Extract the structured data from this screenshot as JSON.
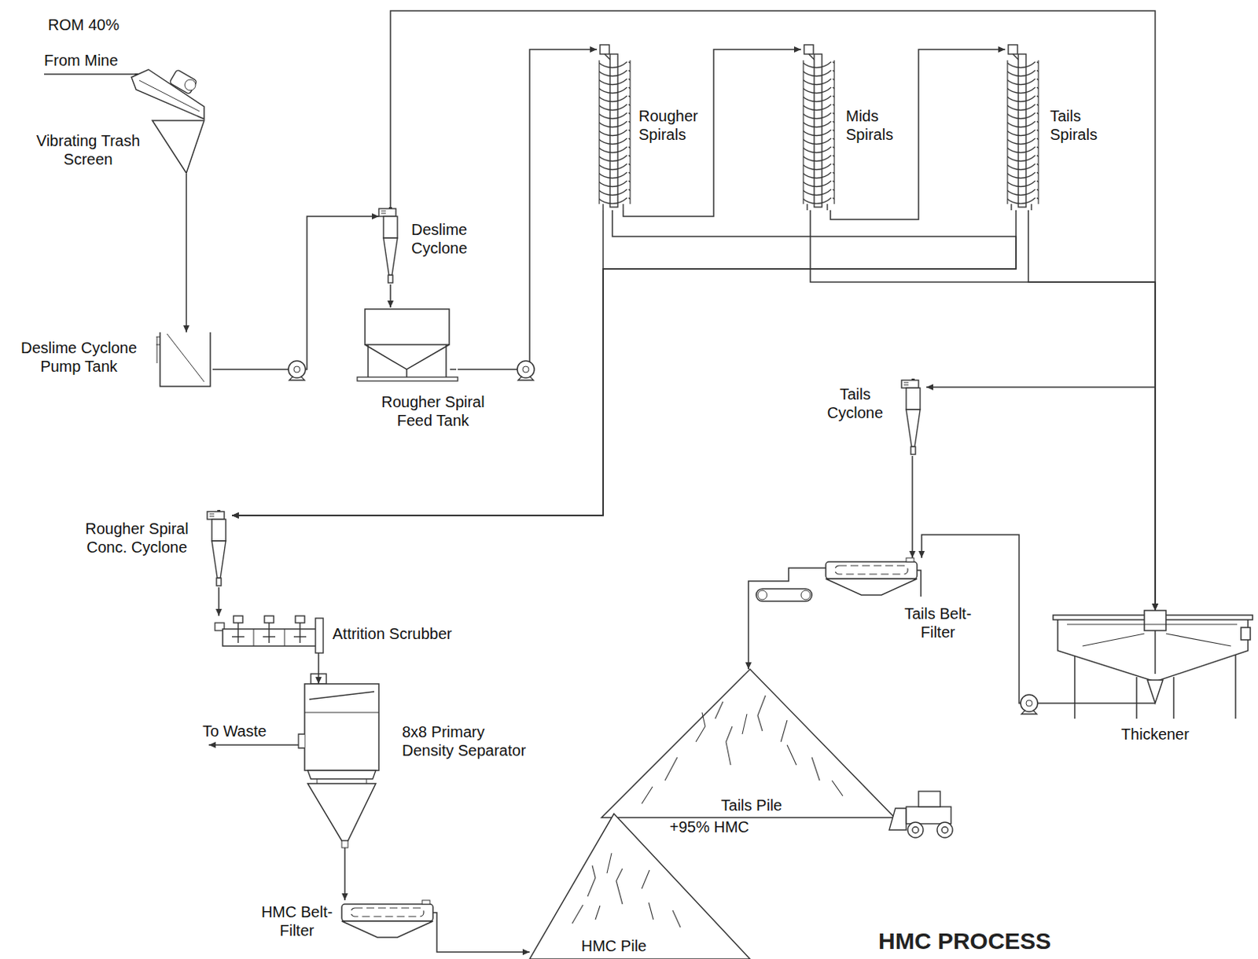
{
  "diagram": {
    "title": "HMC PROCESS",
    "nodes": [
      {
        "text": [
          "Vibrating Trash Screen"
        ]
      },
      {
        "text": [
          "Deslime Cyclone Pump Tank"
        ]
      },
      {
        "text": [
          "Deslime Cyclone"
        ]
      },
      {
        "text": [
          "Rougher Spiral Feed Tank"
        ]
      },
      {
        "text": [
          "Rougher Spirals"
        ]
      },
      {
        "text": [
          "Mids Spirals"
        ]
      },
      {
        "text": [
          "Tails Spirals"
        ]
      },
      {
        "text": [
          "Tails Cyclone"
        ]
      },
      {
        "text": [
          "Rougher Spiral Conc. Cyclone"
        ]
      },
      {
        "text": [
          "Attrition Scrubber"
        ]
      },
      {
        "text": [
          "8x8 Primary Density Separator"
        ]
      },
      {
        "text": [
          "Tails Belt-Filter"
        ]
      },
      {
        "text": [
          "Thickener"
        ]
      },
      {
        "text": [
          "Tails Pile"
        ]
      },
      {
        "text": [
          "HMC Belt-Filter"
        ]
      },
      {
        "text": [
          "+95% HMC",
          "HMC Pile"
        ]
      }
    ],
    "edges": [
      {
        "from": 0,
        "to": 1,
        "arrow": "to"
      },
      {
        "from": 1,
        "to": 2,
        "arrow": "to"
      },
      {
        "from": 2,
        "to": 3,
        "arrow": "to"
      },
      {
        "from": 2,
        "to": 12,
        "arrow": "to"
      },
      {
        "from": 3,
        "to": 4,
        "arrow": "to"
      },
      {
        "from": 4,
        "to": 5,
        "arrow": "to"
      },
      {
        "from": 5,
        "to": 6,
        "arrow": "to"
      },
      {
        "from": 4,
        "to": 8,
        "arrow": "to"
      },
      {
        "from": 4,
        "to": 8,
        "arrow": "to"
      },
      {
        "from": 6,
        "to": 8,
        "arrow": "to"
      },
      {
        "from": 5,
        "to": 12,
        "arrow": "to"
      },
      {
        "from": 6,
        "to": 12,
        "arrow": "to"
      },
      {
        "from": 12,
        "to": 7,
        "arrow": "to"
      },
      {
        "from": 7,
        "to": 11,
        "arrow": "to"
      },
      {
        "from": 12,
        "to": 11,
        "arrow": "to"
      },
      {
        "from": 11,
        "to": 13,
        "arrow": "to"
      },
      {
        "from": 8,
        "to": 9,
        "arrow": "to"
      },
      {
        "from": 9,
        "to": 10,
        "arrow": "to"
      },
      {
        "from": 10,
        "to": 14,
        "arrow": "to"
      },
      {
        "from": 14,
        "to": 15,
        "arrow": "to"
      }
    ],
    "labels": [
      "ROM 40%",
      "From Mine",
      "To Waste"
    ]
  }
}
